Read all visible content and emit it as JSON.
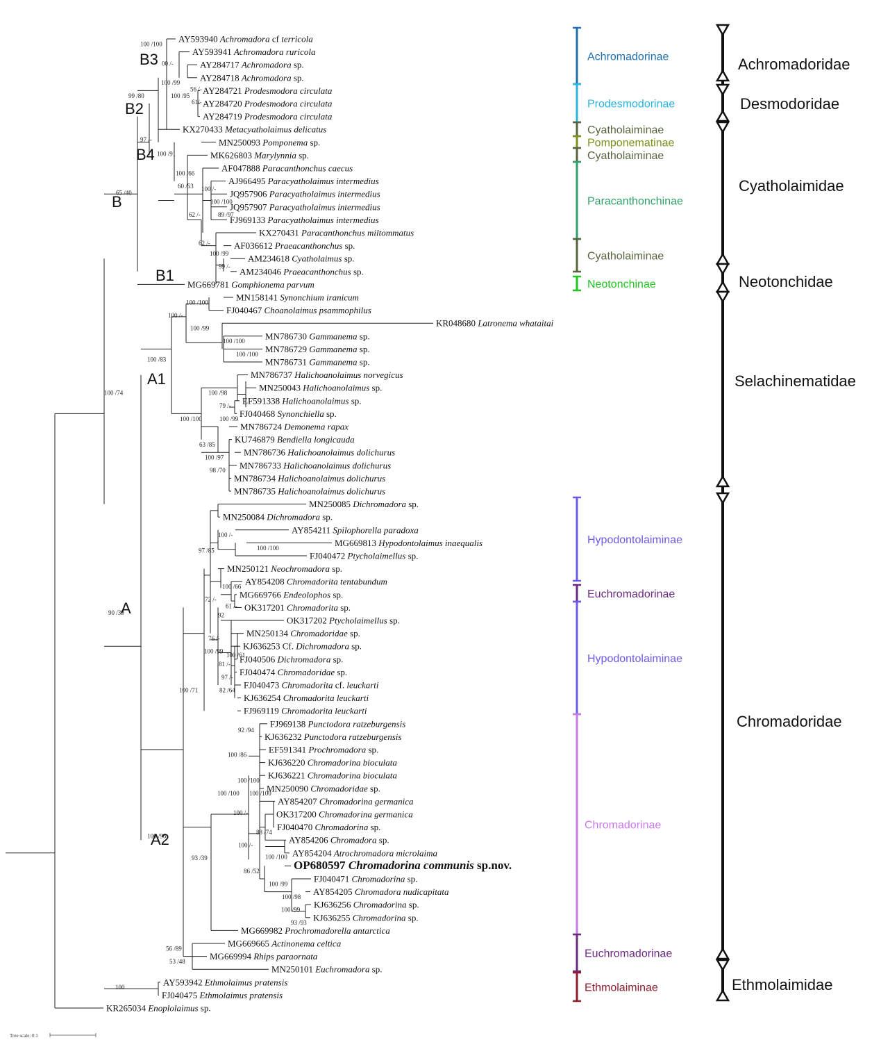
{
  "taxa": [
    {
      "acc": "AY593940",
      "genus": "Achromadora",
      "mid": "cf",
      "species": "terricola"
    },
    {
      "acc": "AY593941",
      "genus": "Achromadora",
      "species": "ruricola"
    },
    {
      "acc": "AY284717",
      "genus": "Achromadora",
      "tail": "sp."
    },
    {
      "acc": "AY284718",
      "genus": "Achromadora",
      "tail": "sp."
    },
    {
      "acc": "AY284721",
      "genus": "Prodesmodora",
      "species": "circulata"
    },
    {
      "acc": "AY284720",
      "genus": "Prodesmodora",
      "species": "circulata"
    },
    {
      "acc": "AY284719",
      "genus": "Prodesmodora",
      "species": "circulata"
    },
    {
      "acc": "KX270433",
      "genus": "Metacyatholaimus",
      "species": "delicatus"
    },
    {
      "acc": "MN250093",
      "genus": "Pomponema",
      "tail": "sp."
    },
    {
      "acc": "MK626803",
      "genus": "Marylynnia",
      "tail": "sp."
    },
    {
      "acc": "AF047888",
      "genus": "Paracanthonchus",
      "species": "caecus"
    },
    {
      "acc": "AJ966495",
      "genus": "Paracyatholaimus",
      "species": "intermedius"
    },
    {
      "acc": "JQ957906",
      "genus": "Paracyatholaimus",
      "species": "intermedius"
    },
    {
      "acc": "JQ957907",
      "genus": "Paracyatholaimus",
      "species": "intermedius"
    },
    {
      "acc": "FJ969133",
      "genus": "Paracyatholaimus",
      "species": "intermedius"
    },
    {
      "acc": "KX270431",
      "genus": "Paracanthonchus",
      "species": "miltommatus"
    },
    {
      "acc": "AF036612",
      "genus": "Praeacanthonchus",
      "tail": "sp."
    },
    {
      "acc": "AM234618",
      "genus": "Cyatholaimus",
      "tail": "sp."
    },
    {
      "acc": "AM234046",
      "genus": "Praeacanthonchus",
      "tail": "sp."
    },
    {
      "acc": "MG669781",
      "genus": "Gomphionema",
      "species": "parvum"
    },
    {
      "acc": "MN158141",
      "genus": "Synonchium",
      "species": "iranicum"
    },
    {
      "acc": "FJ040467",
      "genus": "Choanolaimus",
      "species": "psammophilus"
    },
    {
      "acc": "KR048680",
      "genus": "Latronema",
      "species": "whataitai"
    },
    {
      "acc": "MN786730",
      "genus": "Gammanema",
      "tail": "sp."
    },
    {
      "acc": "MN786729",
      "genus": "Gammanema",
      "tail": "sp."
    },
    {
      "acc": "MN786731",
      "genus": "Gammanema",
      "tail": "sp."
    },
    {
      "acc": "MN786737",
      "genus": "Halichoanolaimus",
      "species": "norvegicus"
    },
    {
      "acc": "MN250043",
      "genus": "Halichoanolaimus",
      "tail": "sp."
    },
    {
      "acc": "EF591338",
      "genus": "Halichoanolaimus",
      "tail": "sp."
    },
    {
      "acc": "FJ040468",
      "genus": "Synonchiella",
      "tail": "sp."
    },
    {
      "acc": "MN786724",
      "genus": "Demonema",
      "species": "rapax"
    },
    {
      "acc": "KU746879",
      "genus": "Bendiella",
      "species": "longicauda"
    },
    {
      "acc": "MN786736",
      "genus": "Halichoanolaimus",
      "species": "dolichurus"
    },
    {
      "acc": "MN786733",
      "genus": "Halichoanolaimus",
      "species": "dolichurus"
    },
    {
      "acc": "MN786734",
      "genus": "Halichoanolaimus",
      "species": "dolichurus"
    },
    {
      "acc": "MN786735",
      "genus": "Halichoanolaimus",
      "species": "dolichurus"
    },
    {
      "acc": "MN250085",
      "genus": "Dichromadora",
      "tail": "sp."
    },
    {
      "acc": "MN250084",
      "genus": "Dichromadora",
      "tail": "sp."
    },
    {
      "acc": "AY854211",
      "genus": "Spilophorella",
      "species": "paradoxa"
    },
    {
      "acc": "MG669813",
      "genus": "Hypodontolaimus",
      "species": "inaequalis"
    },
    {
      "acc": "FJ040472",
      "genus": "Ptycholaimellus",
      "tail": "sp."
    },
    {
      "acc": "MN250121",
      "genus": "Neochromadora",
      "tail": "sp."
    },
    {
      "acc": "AY854208",
      "genus": "Chromadorita",
      "species": "tentabundum"
    },
    {
      "acc": "MG669766",
      "genus": "Endeolophos",
      "tail": "sp."
    },
    {
      "acc": "OK317201",
      "genus": "Chromadorita",
      "tail": "sp."
    },
    {
      "acc": "OK317202",
      "genus": "Ptycholaimellus",
      "tail": "sp."
    },
    {
      "acc": "MN250134",
      "genus": "Chromadoridae",
      "tail": "sp."
    },
    {
      "acc": "KJ636253",
      "pre": "Cf.",
      "genus": "Dichromadora",
      "tail": "sp."
    },
    {
      "acc": "FJ040506",
      "genus": "Dichromadora",
      "tail": "sp."
    },
    {
      "acc": "FJ040474",
      "genus": "Chromadoridae",
      "tail": "sp."
    },
    {
      "acc": "FJ040473",
      "genus": "Chromadorita",
      "mid": "cf.",
      "species": "leuckarti"
    },
    {
      "acc": "KJ636254",
      "genus": "Chromadorita",
      "species": "leuckarti"
    },
    {
      "acc": "FJ969119",
      "genus": "Chromadorita",
      "species": "leuckarti"
    },
    {
      "acc": "FJ969138",
      "genus": "Punctodora",
      "species": "ratzeburgensis"
    },
    {
      "acc": "KJ636232",
      "genus": "Punctodora",
      "species": "ratzeburgensis"
    },
    {
      "acc": "EF591341",
      "genus": "Prochromadora",
      "tail": "sp."
    },
    {
      "acc": "KJ636220",
      "genus": "Chromadorina",
      "species": "bioculata"
    },
    {
      "acc": "KJ636221",
      "genus": "Chromadorina",
      "species": "bioculata"
    },
    {
      "acc": "MN250090",
      "genus": "Chromadoridae",
      "tail": "sp."
    },
    {
      "acc": "AY854207",
      "genus": "Chromadorina",
      "species": "germanica"
    },
    {
      "acc": "OK317200",
      "genus": "Chromadorina",
      "species": "germanica"
    },
    {
      "acc": "FJ040470",
      "genus": "Chromadorina",
      "tail": "sp."
    },
    {
      "acc": "AY854206",
      "genus": "Chromadora",
      "tail": "sp."
    },
    {
      "acc": "AY854204",
      "genus": "Atrochromadora",
      "species": "microlaima"
    },
    {
      "acc": "OP680597",
      "genus": "Chromadorina",
      "species": "communis",
      "tail": "sp.nov.",
      "highlight": true
    },
    {
      "acc": "FJ040471",
      "genus": "Chromadorina",
      "tail": "sp."
    },
    {
      "acc": "AY854205",
      "genus": "Chromadora",
      "species": "nudicapitata"
    },
    {
      "acc": "KJ636256",
      "genus": "Chromadorina",
      "tail": "sp."
    },
    {
      "acc": "KJ636255",
      "genus": "Chromadorina",
      "tail": "sp."
    },
    {
      "acc": "MG669982",
      "genus": "Prochromadorella",
      "species": "antarctica"
    },
    {
      "acc": "MG669665",
      "genus": "Actinonema",
      "species": "celtica"
    },
    {
      "acc": "MG669994",
      "genus": "Rhips",
      "species": "paraornata"
    },
    {
      "acc": "MN250101",
      "genus": "Euchromadora",
      "tail": "sp."
    },
    {
      "acc": "AY593942",
      "genus": "Ethmolaimus",
      "species": "pratensis"
    },
    {
      "acc": "FJ040475",
      "genus": "Ethmolaimus",
      "species": "pratensis"
    },
    {
      "acc": "KR265034",
      "genus": "Enoplolaimus",
      "tail": "sp."
    }
  ],
  "supports": [
    "100 /100",
    "00 /-",
    "100 /99",
    "56 /-",
    "100 /95",
    "61/-",
    "99 /80",
    "97 /-",
    "100 /91",
    "100 /66",
    "60 /53",
    "100 /-",
    "100 /100",
    "89 /97",
    "62 /-",
    "62 /-",
    "100 /99",
    "99 /-",
    "65 /40",
    "100 /100",
    "100 /-",
    "100 /99",
    "100 /100",
    "100 /100",
    "100 /83",
    "100 /98",
    "79 /-",
    "100 /99",
    "100 /100",
    "63 /85",
    "100 /97",
    "98 /70",
    "100 /74",
    "90 /39",
    "100 /-",
    "100 /100",
    "97 /85",
    "100 /66",
    "72 /-",
    "61 /-",
    "92",
    "76 /-",
    "100 /99",
    "100 /61",
    "81 /-",
    "97 /-",
    "82 /64",
    "100 /71",
    "92 /94",
    "100 /86",
    "100 /100",
    "100 /100",
    "100 /100",
    "100 /-",
    "88 /74",
    "100 /-",
    "100 /100",
    "86 /52",
    "100 /99",
    "100 /98",
    "100 /99",
    "93 /93",
    "93 /39",
    "56 /89",
    "53 /48",
    "100 /96",
    "100"
  ],
  "clades": [
    "B3",
    "B2",
    "B4",
    "B",
    "B1",
    "A1",
    "A",
    "A2"
  ],
  "subfamilies": [
    {
      "name": "Achromadorinae",
      "color": "#1f6fb0"
    },
    {
      "name": "Prodesmodorinae",
      "color": "#2bb3e0"
    },
    {
      "name": "Cyatholaiminae",
      "color": "#56653f"
    },
    {
      "name": "Pomponematinae",
      "color": "#7f8f1a"
    },
    {
      "name": "Cyatholaiminae",
      "color": "#56653f"
    },
    {
      "name": "Paracanthonchinae",
      "color": "#2f9e6a"
    },
    {
      "name": "Cyatholaiminae",
      "color": "#56653f"
    },
    {
      "name": "Neotonchinae",
      "color": "#1fc41f"
    },
    {
      "name": "Hypodontolaiminae",
      "color": "#6a5be8"
    },
    {
      "name": "Euchromadorinae",
      "color": "#6a2a7e"
    },
    {
      "name": "Hypodontolaiminae",
      "color": "#6a5be8"
    },
    {
      "name": "Chromadorinae",
      "color": "#c87ae8"
    },
    {
      "name": "Euchromadorinae",
      "color": "#6a2a7e"
    },
    {
      "name": "Ethmolaiminae",
      "color": "#8e1c2c"
    }
  ],
  "families": [
    "Achromadoridae",
    "Desmodoridae",
    "Cyatholaimidae",
    "Neotonchidae",
    "Selachinematidae",
    "Chromadoridae",
    "Ethmolaimidae"
  ],
  "scale": {
    "label": "Tree scale: 0.1"
  }
}
